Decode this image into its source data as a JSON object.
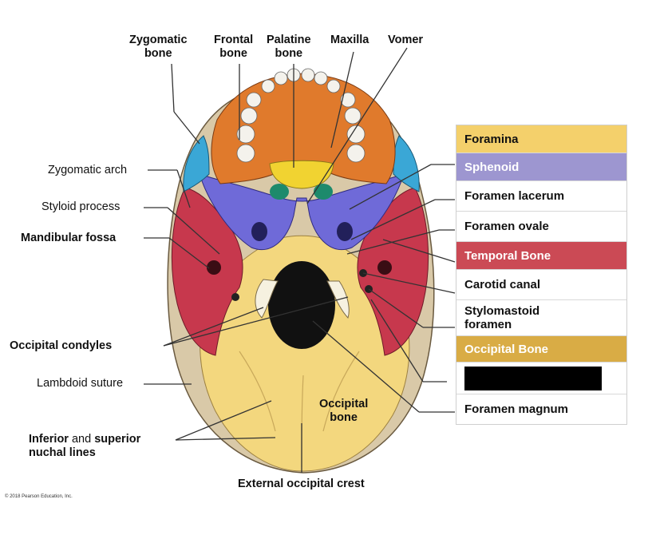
{
  "labels": {
    "zygomatic_bone": "Zygomatic\nbone",
    "frontal_bone": "Frontal\nbone",
    "palatine_bone": "Palatine\nbone",
    "maxilla": "Maxilla",
    "vomer": "Vomer",
    "zygomatic_arch": "Zygomatic arch",
    "styloid_process": "Styloid process",
    "mandibular_fossa": "Mandibular fossa",
    "occipital_condyles": "Occipital condyles",
    "lambdoid_suture": "Lambdoid suture",
    "inferior": "Inferior",
    "and": " and ",
    "superior": "superior",
    "nuchal_lines": "nuchal lines",
    "occipital_bone": "Occipital\nbone",
    "external_occipital_crest": "External occipital crest",
    "copyright": "© 2018 Pearson Education, Inc."
  },
  "legend": [
    {
      "text": "Foramina",
      "color": "#f4d06b",
      "text_color": "#111111"
    },
    {
      "text": "Sphenoid",
      "color": "#9d96d0",
      "text_color": "#ffffff"
    },
    {
      "text": "Foramen lacerum",
      "color": "#ffffff",
      "text_color": "#111111"
    },
    {
      "text": "Foramen ovale",
      "color": "#ffffff",
      "text_color": "#111111"
    },
    {
      "text": "Temporal Bone",
      "color": "#cb4a55",
      "text_color": "#ffffff"
    },
    {
      "text": "Carotid canal",
      "color": "#ffffff",
      "text_color": "#111111"
    },
    {
      "text": "Stylomastoid\nforamen",
      "color": "#ffffff",
      "text_color": "#111111"
    },
    {
      "text": "Occipital Bone",
      "color": "#d9ac45",
      "text_color": "#ffffff"
    },
    {
      "text": "",
      "color": "#ffffff",
      "text_color": "#111111",
      "redacted": true
    },
    {
      "text": "Foramen magnum",
      "color": "#ffffff",
      "text_color": "#111111"
    }
  ],
  "colors": {
    "maxilla": "#e07a2c",
    "palatine": "#f1d331",
    "zygomatic": "#3aa7d6",
    "sphenoid": "#6f6ad8",
    "temporal": "#c7384d",
    "occipital": "#f3d77e",
    "vomer_green": "#1d8a6c",
    "leader": "#333333"
  }
}
